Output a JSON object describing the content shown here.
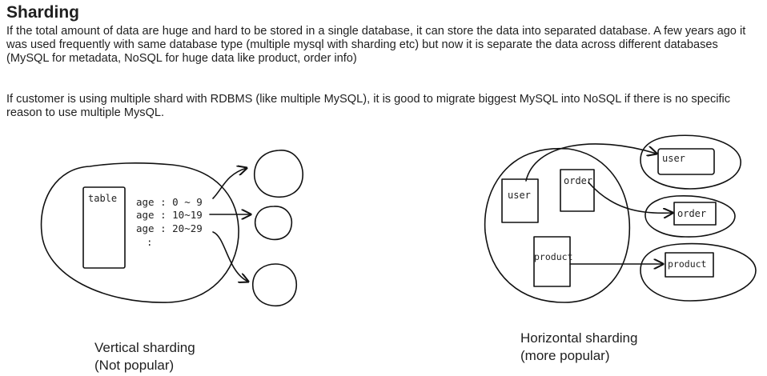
{
  "title": "Sharding",
  "paragraphs": [
    "If the total amount of data are huge and hard to be stored in a single database, it can store the data into separated database. A few years ago it was used frequently with same database type (multiple mysql with sharding etc) but now it is separate the data across different databases (MySQL for metadata, NoSQL for huge data like product, order info)",
    "If customer is using multiple shard with RDBMS (like multiple MySQL), it is good to migrate biggest MySQL into NoSQL if there is no specific reason to use multiple MysQL."
  ],
  "vertical": {
    "table_label": "table",
    "ranges": [
      "age : 0 ~ 9",
      "age : 10~19",
      "age : 20~29",
      ":"
    ],
    "caption_line1": "Vertical sharding",
    "caption_line2": "(Not popular)"
  },
  "horizontal": {
    "source_tables": [
      "user",
      "order",
      "product"
    ],
    "target_tables": [
      "user",
      "order",
      "product"
    ],
    "caption_line1": "Horizontal sharding",
    "caption_line2": "(more popular)"
  }
}
